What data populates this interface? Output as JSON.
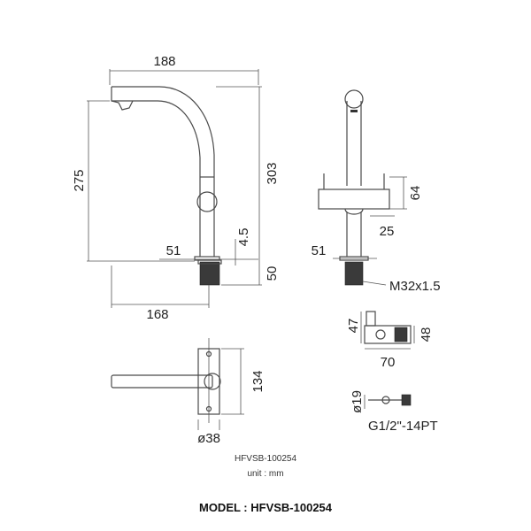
{
  "dimensions": {
    "side_width_top": "188",
    "side_height_spout": "275",
    "side_height_total": "303",
    "side_base_height": "4.5",
    "side_base_dia": "51",
    "side_thread_len": "50",
    "side_reach": "168",
    "front_handle_height": "64",
    "front_handle_offset": "25",
    "front_base_dia": "51",
    "front_thread": "M32x1.5",
    "valve_width": "70",
    "valve_height_left": "47",
    "valve_height_right": "48",
    "top_length": "134",
    "top_dia": "ø38",
    "connector_dia": "ø19",
    "connector_thread": "G1/2\"-14PT"
  },
  "captions": {
    "code": "HFVSB-100254",
    "unit": "unit : mm",
    "model": "MODEL : HFVSB-100254"
  },
  "colors": {
    "line": "#4a4a4a",
    "text": "#222222",
    "thread": "#3a3a3a"
  }
}
